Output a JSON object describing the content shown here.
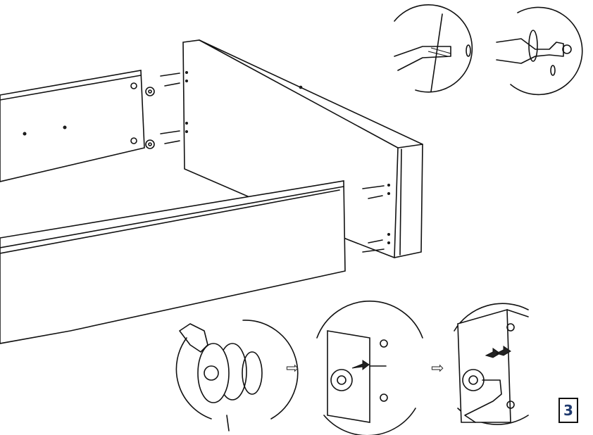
{
  "step": {
    "number": "3",
    "color": "#1f3a6e"
  },
  "arrows": [
    {
      "icon": "outline-right-arrow"
    },
    {
      "icon": "outline-right-arrow"
    }
  ]
}
